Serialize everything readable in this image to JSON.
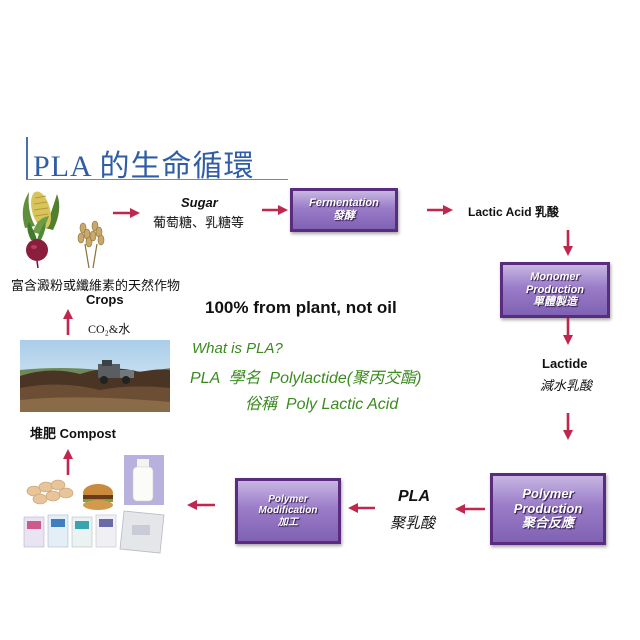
{
  "title": "PLA 的生命循環",
  "crops": {
    "caption": "富含澱粉或纖維素的天然作物",
    "label": "Crops"
  },
  "co2_label": "CO₂&水",
  "compost": {
    "label": "堆肥 Compost"
  },
  "sugar": {
    "label": "Sugar",
    "sub": "葡萄糖、乳糖等"
  },
  "fermentation": {
    "lines": [
      "Fermentation",
      "發酵"
    ]
  },
  "lactic_acid": "Lactic Acid 乳酸",
  "monomer": {
    "lines": [
      "Monomer",
      "Production",
      "單體製造"
    ]
  },
  "lactide": {
    "label": "Lactide",
    "sub": "減水乳酸"
  },
  "polymer_production": {
    "lines": [
      "Polymer",
      "Production",
      "聚合反應"
    ]
  },
  "pla": {
    "label": "PLA",
    "sub": "聚乳酸"
  },
  "polymer_modification": {
    "lines": [
      "Polymer",
      "Modification",
      "加工"
    ]
  },
  "headline": "100% from plant, not oil",
  "what_is": {
    "question": "What is PLA?",
    "line1": "PLA  學名  Polylactide(聚丙交酯)",
    "line2": "俗稱  Poly Lactic Acid"
  },
  "colors": {
    "title": "#2f5da6",
    "arrow": "#c0264e",
    "box_border": "#5a2b7e",
    "green": "#3b8a1f"
  }
}
